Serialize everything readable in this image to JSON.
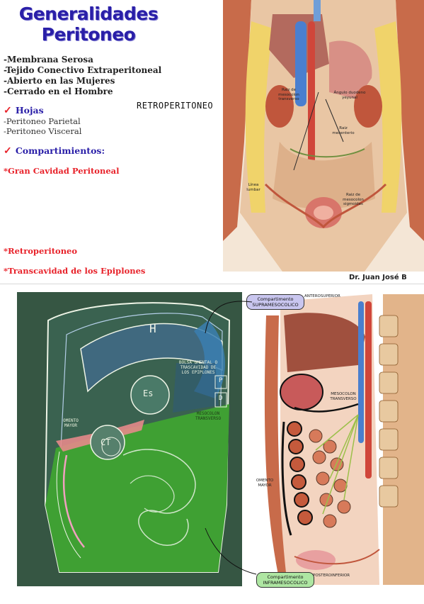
{
  "slide": {
    "title_line1": "Generalidades",
    "title_line2": "Peritoneo",
    "bullets": [
      "-Membrana Serosa",
      "-Tejido Conectivo Extraperitoneal",
      "-Abierto en las Mujeres",
      "-Cerrado en el Hombre"
    ],
    "check_mark": "✓",
    "hojas_header": "Hojas",
    "hojas_items": [
      "-Peritoneo Parietal",
      "-Peritoneo Visceral"
    ],
    "compartimientos_header": "Compartimientos:",
    "compartments": [
      "*Gran Cavidad Peritoneal",
      "*Retroperitoneo",
      "*Transcavidad de los Epiplones"
    ],
    "handwritten_label": "RETROPERITONEO",
    "author": "Dr. Juan José B",
    "anatomy_labels": {
      "raiz_mesocolon": "Raiz de mesocolon transverso",
      "angulo_duodeno": "Ángulo duodeno yeyunal",
      "raiz_mesenterio": "Raiz mesenterio",
      "lineal_lumbar": "Línea lumbar",
      "raiz_sigmoides": "Raiz de mesocolon sigmoides"
    }
  },
  "chalkboard": {
    "liver": "H",
    "stomach": "Es",
    "colon": "CT",
    "p_label": "P",
    "d_label": "D",
    "bolsa": "BOLSA OMENTAL O TRASCAVIDAD DE LOS EPIPLONES",
    "omento": "OMENTO MAYOR",
    "mesocolon": "MESOCOLON TRANSVERSO"
  },
  "sagittal": {
    "supra_pill": "Compartimento SUPRAMESOCOLICO",
    "anterosuperior": "ANTEROSUPERIOR",
    "mesocolon_label": "MESOCOLON TRANSVERSO",
    "omento_label": "OMENTO MAYOR",
    "infra_pill": "Compartimento INFRAMESOCOLICO",
    "posteroinferior": "POSTEROINFERIOR"
  }
}
